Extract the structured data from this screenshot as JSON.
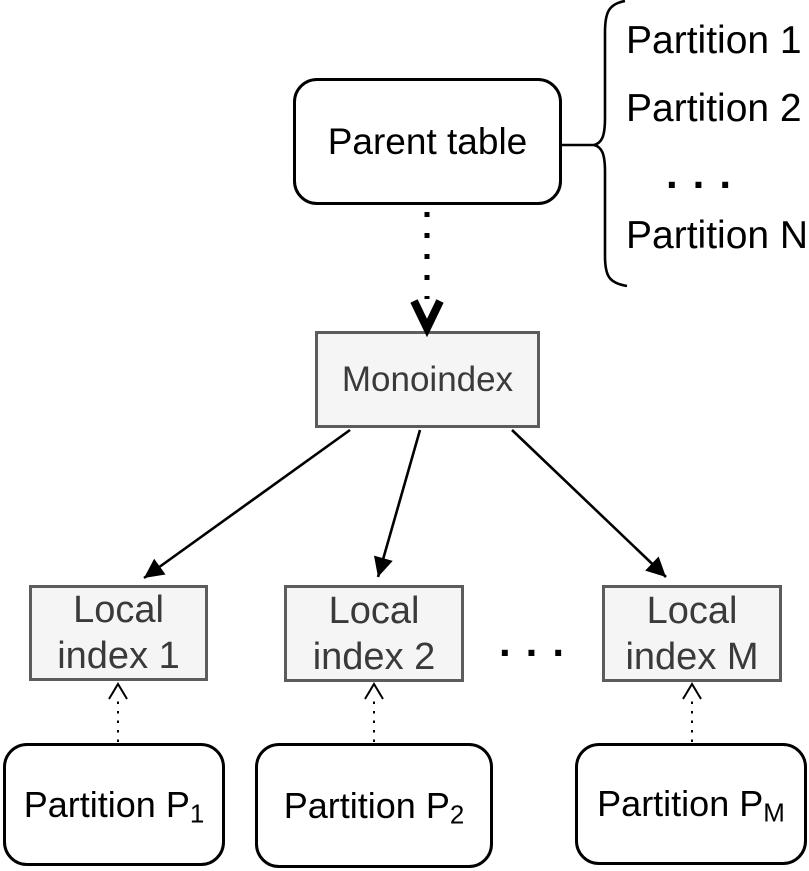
{
  "diagram": {
    "parent_table": {
      "label": "Parent table"
    },
    "partition_list": {
      "items": [
        "Partition 1",
        "Partition 2",
        "Partition N"
      ],
      "ellipsis": "..."
    },
    "monoindex": {
      "label": "Monoindex"
    },
    "local_indexes": [
      {
        "line1": "Local",
        "line2": "index 1"
      },
      {
        "line1": "Local",
        "line2": "index 2"
      },
      {
        "line1": "Local",
        "line2": "index M"
      }
    ],
    "local_ellipsis": "...",
    "partitions": [
      {
        "prefix": "Partition P",
        "sub": "1"
      },
      {
        "prefix": "Partition P",
        "sub": "2"
      },
      {
        "prefix": "Partition P",
        "sub": "M"
      }
    ],
    "colors": {
      "background": "#ffffff",
      "rounded_box_border": "#000000",
      "gray_box_fill": "#f5f5f5",
      "gray_box_border": "#5c5c5c",
      "gray_box_text": "#3a3a3a",
      "arrow": "#000000"
    }
  }
}
